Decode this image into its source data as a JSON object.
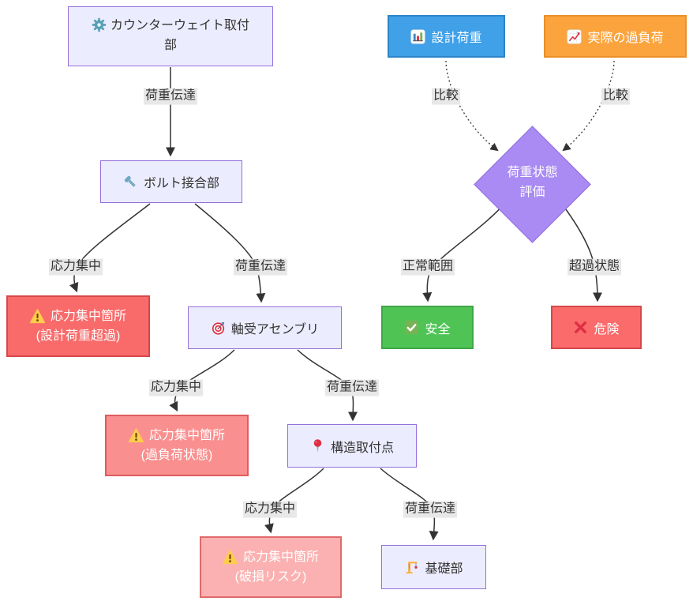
{
  "nodes": {
    "counterweight": {
      "label": "カウンターウェイト取付部",
      "icon": "gear-icon"
    },
    "bolt_joint": {
      "label": "ボルト接合部",
      "icon": "bolt-icon"
    },
    "stress_design": {
      "title": "応力集中箇所",
      "subtitle": "(設計荷重超過)",
      "icon": "warning-icon"
    },
    "bearing_assembly": {
      "label": "軸受アセンブリ",
      "icon": "target-icon"
    },
    "stress_overload": {
      "title": "応力集中箇所",
      "subtitle": "(過負荷状態)",
      "icon": "warning-icon"
    },
    "structural_mount": {
      "label": "構造取付点",
      "icon": "pushpin-icon"
    },
    "stress_damage": {
      "title": "応力集中箇所",
      "subtitle": "(破損リスク)",
      "icon": "warning-icon"
    },
    "foundation": {
      "label": "基礎部",
      "icon": "construction-crane-icon"
    },
    "design_load": {
      "label": "設計荷重",
      "icon": "bar-chart-icon"
    },
    "actual_overload": {
      "label": "実際の過負荷",
      "icon": "chart-increasing-icon"
    },
    "load_evaluation": {
      "line1": "荷重状態",
      "line2": "評価"
    },
    "safe": {
      "label": "安全",
      "icon": "check-mark-icon"
    },
    "danger": {
      "label": "危険",
      "icon": "cross-mark-icon"
    }
  },
  "edge_labels": [
    {
      "label": "荷重伝達"
    },
    {
      "label": "応力集中"
    },
    {
      "label": "荷重伝達"
    },
    {
      "label": "応力集中"
    },
    {
      "label": "荷重伝達"
    },
    {
      "label": "応力集中"
    },
    {
      "label": "荷重伝達"
    },
    {
      "label": "比較"
    },
    {
      "label": "比較"
    },
    {
      "label": "正常範囲"
    },
    {
      "label": "超過状態"
    }
  ],
  "colors": {
    "node_bg": "#ECECFF",
    "node_border": "#9370DB",
    "node_text": "#333333",
    "edge_line": "#333333",
    "edge_label_bg": "#e8e8e8",
    "edge_label_text": "#333333",
    "stress_design_bg": "#f96b6b",
    "stress_design_border": "#d64848",
    "stress_overload_bg": "#fa8f8f",
    "stress_overload_border": "#df5d5d",
    "stress_damage_bg": "#fbb1b1",
    "stress_damage_border": "#e06a6a",
    "design_load_bg": "#40a0e8",
    "design_load_border": "#2c85c7",
    "overload_bg": "#fba43e",
    "overload_border": "#ec8f27",
    "evaluation_bg": "#a98bf3",
    "evaluation_border": "#8e6ce2",
    "safe_bg": "#4fc455",
    "safe_border": "#3fa646",
    "danger_bg": "#fb6b6b",
    "danger_border": "#d64848",
    "light_text": "#ffffff"
  }
}
